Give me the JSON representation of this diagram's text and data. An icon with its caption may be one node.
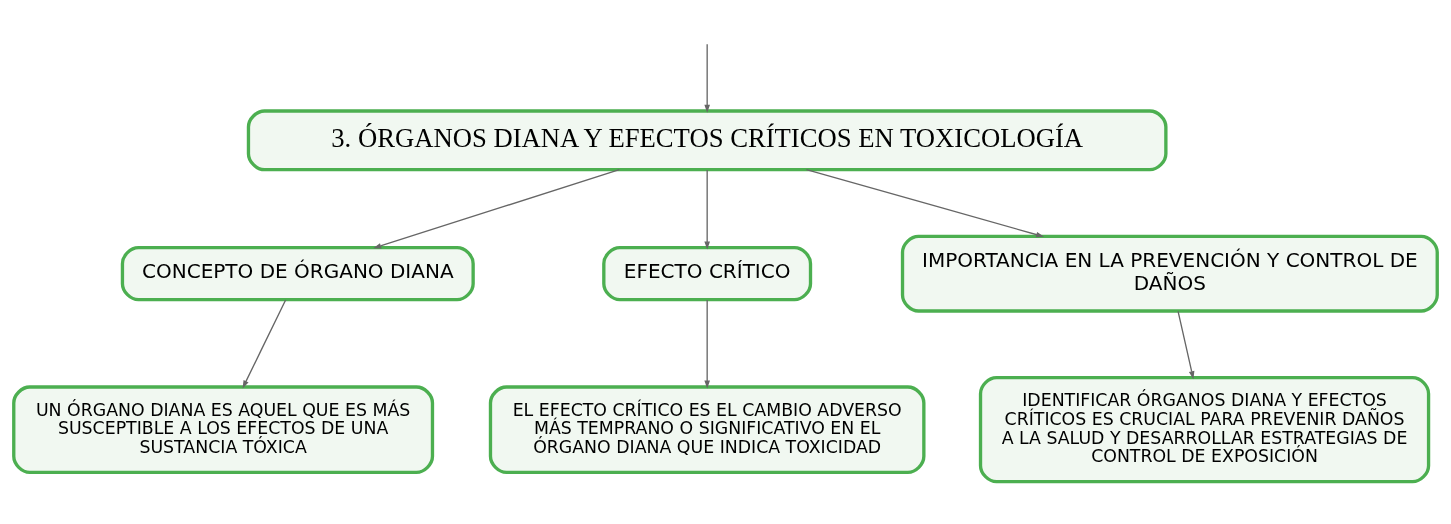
{
  "diagram": {
    "nodes": [
      {
        "text": [
          "3. ÓRGANOS DIANA Y EFECTOS CRÍTICOS EN TOXICOLOGÍA"
        ]
      },
      {
        "text": [
          "CONCEPTO DE ÓRGANO DIANA"
        ]
      },
      {
        "text": [
          "EFECTO CRÍTICO"
        ]
      },
      {
        "text": [
          "IMPORTANCIA EN LA PREVENCIÓN Y CONTROL DE DAÑOS"
        ]
      },
      {
        "text": [
          "UN ÓRGANO DIANA ES AQUEL QUE ES MÁS SUSCEPTIBLE A LOS EFECTOS DE UNA SUSTANCIA TÓXICA"
        ]
      },
      {
        "text": [
          "EL EFECTO CRÍTICO ES EL CAMBIO ADVERSO MÁS TEMPRANO O SIGNIFICATIVO EN EL ÓRGANO DIANA QUE INDICA TOXICIDAD"
        ]
      },
      {
        "text": [
          "IDENTIFICAR ÓRGANOS DIANA Y EFECTOS CRÍTICOS ES CRUCIAL PARA PREVENIR DAÑOS A LA SALUD Y DESARROLLAR ESTRATEGIAS DE CONTROL DE EXPOSICIÓN"
        ]
      }
    ],
    "edges": [
      {
        "from": null,
        "to": 0,
        "arrow": "to"
      },
      {
        "from": 0,
        "to": 1,
        "arrow": "to"
      },
      {
        "from": 0,
        "to": 2,
        "arrow": "to"
      },
      {
        "from": 0,
        "to": 3,
        "arrow": "to"
      },
      {
        "from": 1,
        "to": 4,
        "arrow": "to"
      },
      {
        "from": 2,
        "to": 5,
        "arrow": "to"
      },
      {
        "from": 3,
        "to": 6,
        "arrow": "to"
      }
    ]
  }
}
